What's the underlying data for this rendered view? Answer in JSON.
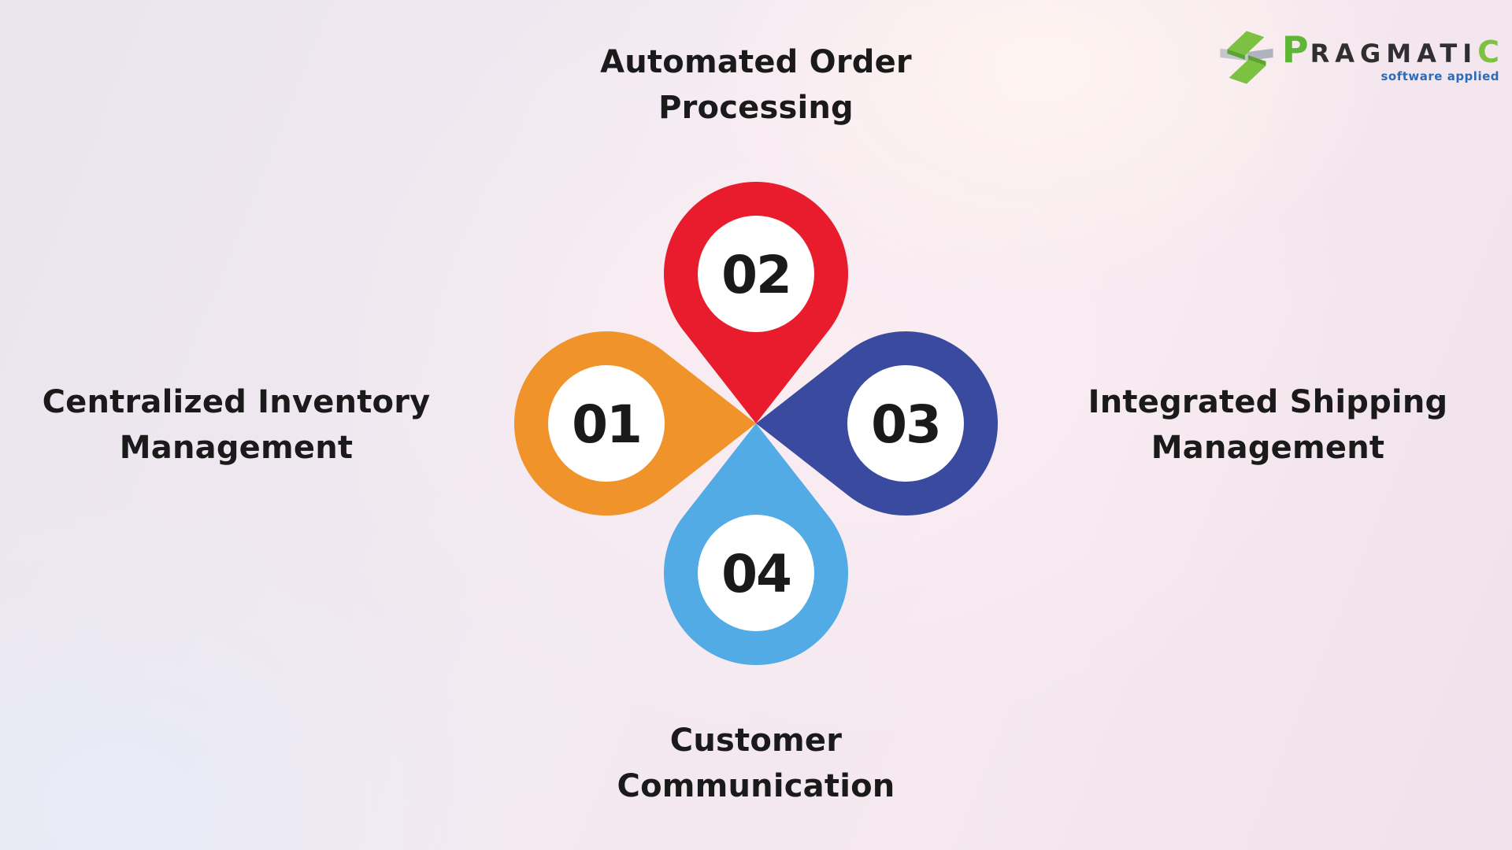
{
  "logo": {
    "word_p": "P",
    "word_mid": "RAGMATI",
    "word_c": "C",
    "tagline": "software applied",
    "colors": {
      "green": "#5FB636",
      "green_light": "#7CC141",
      "dark": "#2F2F2F",
      "tagline_blue": "#2B6CB8",
      "gray": "#C3C6CF"
    }
  },
  "diagram": {
    "type": "pin-flower-infographic",
    "inner_circle_fill": "#FFFFFF",
    "number_text_color": "#1A1A1A",
    "label_text_color": "#1A1A1A",
    "items": [
      {
        "number": "01",
        "label": "Centralized Inventory Management",
        "lines": [
          "Centralized Inventory",
          "Management"
        ],
        "color": "#F0932B",
        "position": "left"
      },
      {
        "number": "02",
        "label": "Automated Order Processing",
        "lines": [
          "Automated Order",
          "Processing"
        ],
        "color": "#E81C2C",
        "position": "top"
      },
      {
        "number": "03",
        "label": "Integrated Shipping Management",
        "lines": [
          "Integrated Shipping",
          "Management"
        ],
        "color": "#3A4A9E",
        "position": "right"
      },
      {
        "number": "04",
        "label": "Customer Communication",
        "lines": [
          "Customer",
          "Communication"
        ],
        "color": "#52ABE4",
        "position": "bottom"
      }
    ]
  }
}
